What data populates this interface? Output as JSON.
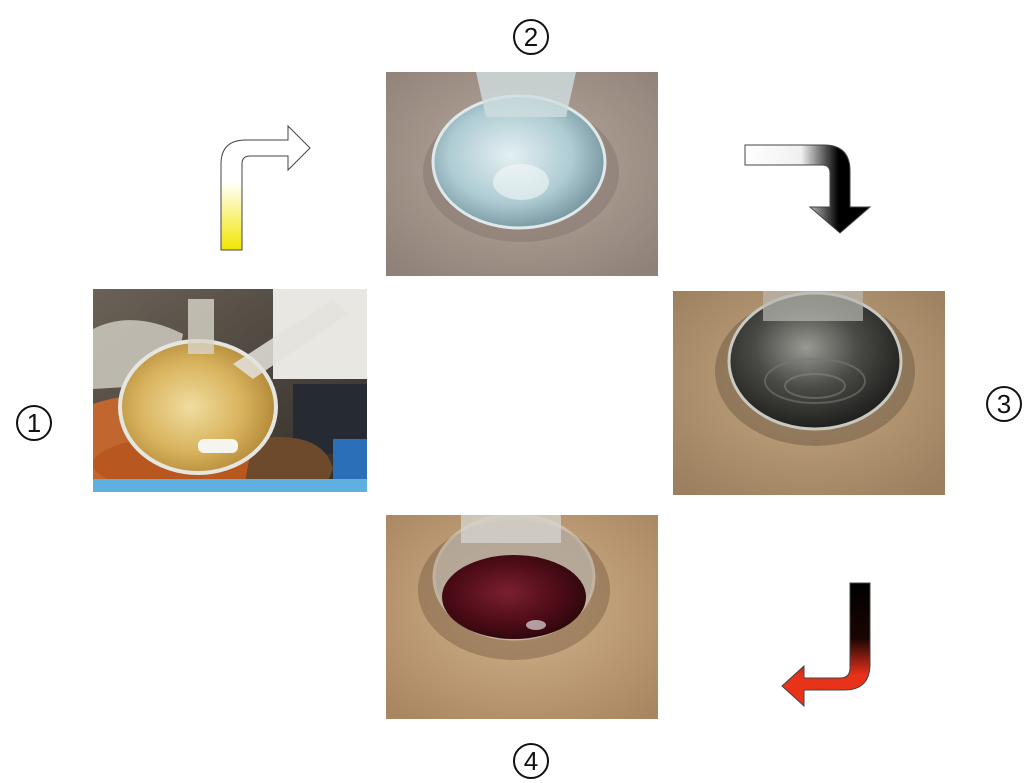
{
  "steps": [
    {
      "label": "1",
      "description_icon": "flask-yellow-solution"
    },
    {
      "label": "2",
      "description_icon": "flask-clear-solution"
    },
    {
      "label": "3",
      "description_icon": "flask-dark-solution"
    },
    {
      "label": "4",
      "description_icon": "flask-red-solution"
    }
  ],
  "arrows": [
    {
      "name": "arrow-1-to-2",
      "gradient": [
        "#f2e600",
        "#ffffff"
      ]
    },
    {
      "name": "arrow-2-to-3",
      "gradient": [
        "#ffffff",
        "#000000"
      ]
    },
    {
      "name": "arrow-3-to-4",
      "gradient": [
        "#000000",
        "#e8321a"
      ]
    }
  ],
  "colors": {
    "sand": "#c9a57a",
    "sand_gray": "#a8998d",
    "solution_yellow": "#d9b96a",
    "solution_clear": "#b8d3dc",
    "solution_dark": "#3b3b38",
    "solution_red": "#5a0f1c"
  }
}
